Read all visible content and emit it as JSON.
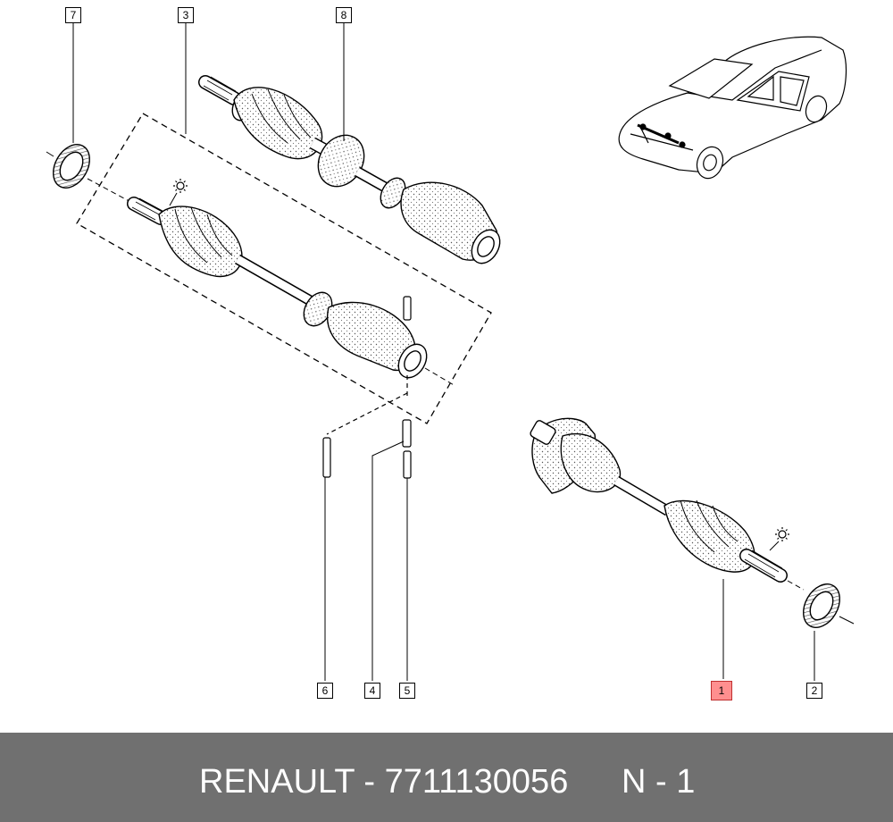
{
  "callouts": {
    "c1": "1",
    "c2": "2",
    "c3": "3",
    "c4": "4",
    "c5": "5",
    "c6": "6",
    "c7": "7",
    "c8": "8"
  },
  "highlight_color": "#ff8f8f",
  "footer": {
    "brand": "RENAULT - 7711130056",
    "note": "N - 1",
    "background": "#707070"
  },
  "icons": [
    "sun-marker-icon",
    "sun-marker-icon"
  ]
}
